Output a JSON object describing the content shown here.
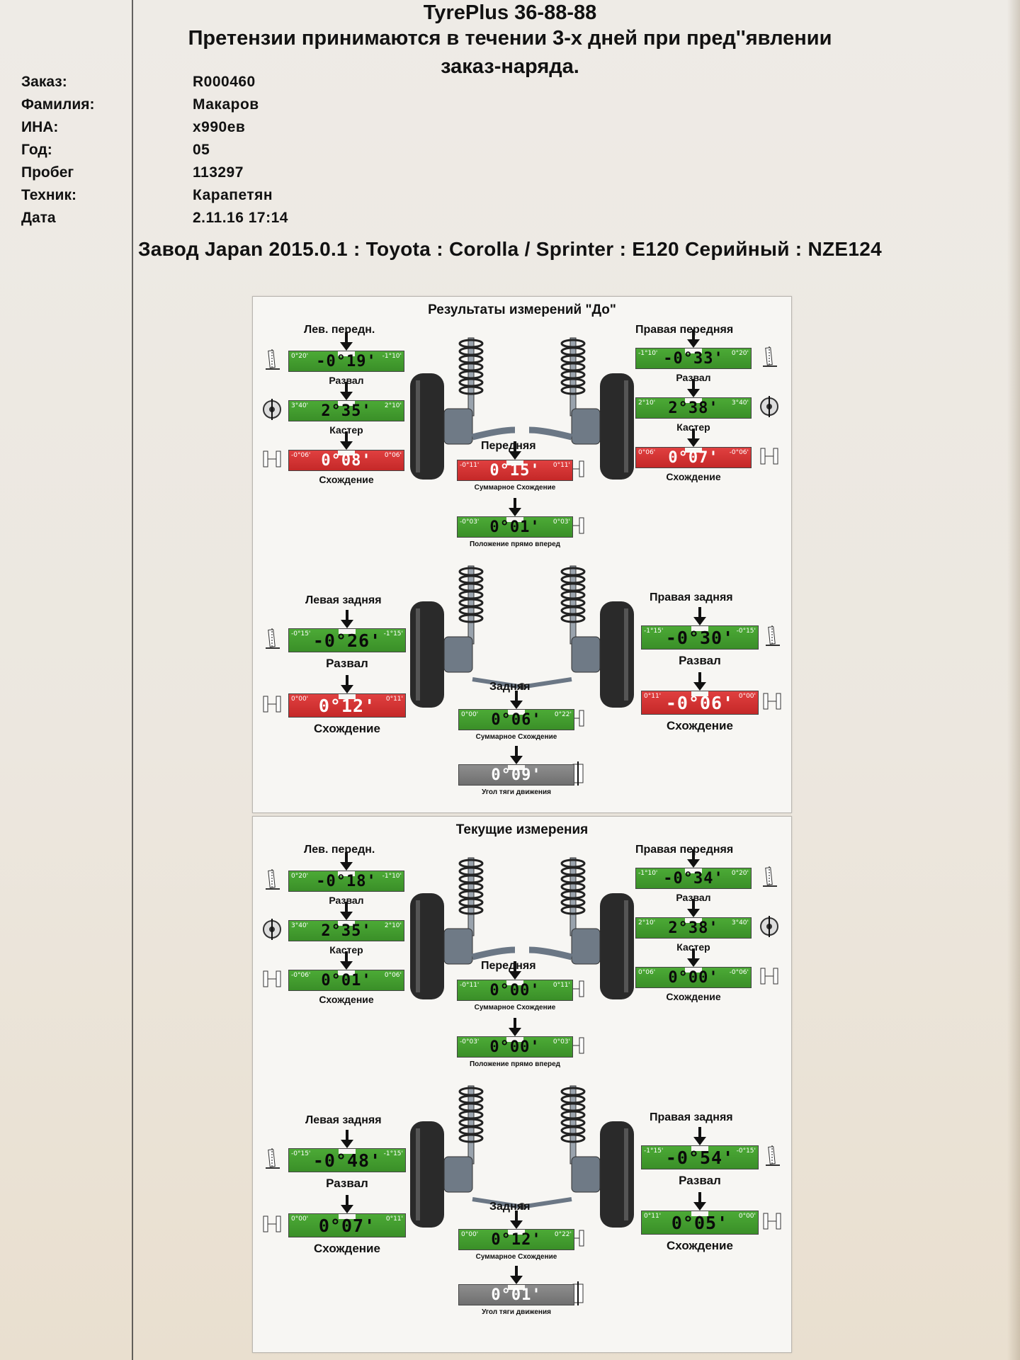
{
  "header": {
    "line1": "TyrePlus 36-88-88",
    "line2": "Претензии принимаются в течении 3-х дней при пред''явлении",
    "line3": "заказ-наряда."
  },
  "info": [
    {
      "label": "Заказ:",
      "value": "R000460"
    },
    {
      "label": "Фамилия:",
      "value": "Макаров"
    },
    {
      "label": "ИНА:",
      "value": "х990ев"
    },
    {
      "label": "Год:",
      "value": "05"
    },
    {
      "label": "Пробег",
      "value": "113297"
    },
    {
      "label": "Техник:",
      "value": "Карапетян"
    },
    {
      "label": "Дата",
      "value": "2.11.16 17:14"
    }
  ],
  "vehicle": "Завод Japan 2015.0.1 : Toyota : Corolla / Sprinter : E120 Серийный : NZE124",
  "labels": {
    "left_front": "Лев. передн.",
    "right_front": "Правая передняя",
    "left_rear": "Левая задняя",
    "right_rear": "Правая задняя",
    "front": "Передняя",
    "rear": "Задняя",
    "camber": "Развал",
    "caster": "Кастер",
    "toe": "Схождение",
    "total_toe": "Суммарное Схождение",
    "straight_ahead": "Положение прямо вперед",
    "thrust": "Угол тяги движения"
  },
  "panels": [
    {
      "title": "Результаты измерений \"До\"",
      "lf": {
        "camber": {
          "value": "-0°19'",
          "min": "0°20'",
          "max": "-1°10'",
          "status": "green"
        },
        "caster": {
          "value": "2°35'",
          "min": "3°40'",
          "max": "2°10'",
          "status": "green"
        },
        "toe": {
          "value": "0°08'",
          "min": "-0°06'",
          "max": "0°06'",
          "status": "red"
        }
      },
      "rf": {
        "camber": {
          "value": "-0°33'",
          "min": "-1°10'",
          "max": "0°20'",
          "status": "green"
        },
        "caster": {
          "value": "2°38'",
          "min": "2°10'",
          "max": "3°40'",
          "status": "green"
        },
        "toe": {
          "value": "0°07'",
          "min": "0°06'",
          "max": "-0°06'",
          "status": "red"
        }
      },
      "front_total_toe": {
        "value": "0°15'",
        "min": "-0°11'",
        "max": "0°11'",
        "status": "red"
      },
      "straight_ahead": {
        "value": "0°01'",
        "min": "-0°03'",
        "max": "0°03'",
        "status": "green"
      },
      "lr": {
        "camber": {
          "value": "-0°26'",
          "min": "-0°15'",
          "max": "-1°15'",
          "status": "green"
        },
        "toe": {
          "value": "0°12'",
          "min": "0°00'",
          "max": "0°11'",
          "status": "red"
        }
      },
      "rr": {
        "camber": {
          "value": "-0°30'",
          "min": "-1°15'",
          "max": "-0°15'",
          "status": "green"
        },
        "toe": {
          "value": "-0°06'",
          "min": "0°11'",
          "max": "0°00'",
          "status": "red"
        }
      },
      "rear_total_toe": {
        "value": "0°06'",
        "min": "0°00'",
        "max": "0°22'",
        "status": "green"
      },
      "thrust": {
        "value": "0°09'",
        "status": "gray"
      }
    },
    {
      "title": "Текущие измерения",
      "lf": {
        "camber": {
          "value": "-0°18'",
          "min": "0°20'",
          "max": "-1°10'",
          "status": "green"
        },
        "caster": {
          "value": "2°35'",
          "min": "3°40'",
          "max": "2°10'",
          "status": "green"
        },
        "toe": {
          "value": "0°01'",
          "min": "-0°06'",
          "max": "0°06'",
          "status": "green"
        }
      },
      "rf": {
        "camber": {
          "value": "-0°34'",
          "min": "-1°10'",
          "max": "0°20'",
          "status": "green"
        },
        "caster": {
          "value": "2°38'",
          "min": "2°10'",
          "max": "3°40'",
          "status": "green"
        },
        "toe": {
          "value": "0°00'",
          "min": "0°06'",
          "max": "-0°06'",
          "status": "green"
        }
      },
      "front_total_toe": {
        "value": "0°00'",
        "min": "-0°11'",
        "max": "0°11'",
        "status": "green"
      },
      "straight_ahead": {
        "value": "0°00'",
        "min": "-0°03'",
        "max": "0°03'",
        "status": "green"
      },
      "lr": {
        "camber": {
          "value": "-0°48'",
          "min": "-0°15'",
          "max": "-1°15'",
          "status": "green"
        },
        "toe": {
          "value": "0°07'",
          "min": "0°00'",
          "max": "0°11'",
          "status": "green"
        }
      },
      "rr": {
        "camber": {
          "value": "-0°54'",
          "min": "-1°15'",
          "max": "-0°15'",
          "status": "green"
        },
        "toe": {
          "value": "0°05'",
          "min": "0°11'",
          "max": "0°00'",
          "status": "green"
        }
      },
      "rear_total_toe": {
        "value": "0°12'",
        "min": "0°00'",
        "max": "0°22'",
        "status": "green"
      },
      "thrust": {
        "value": "0°01'",
        "status": "gray"
      }
    }
  ]
}
